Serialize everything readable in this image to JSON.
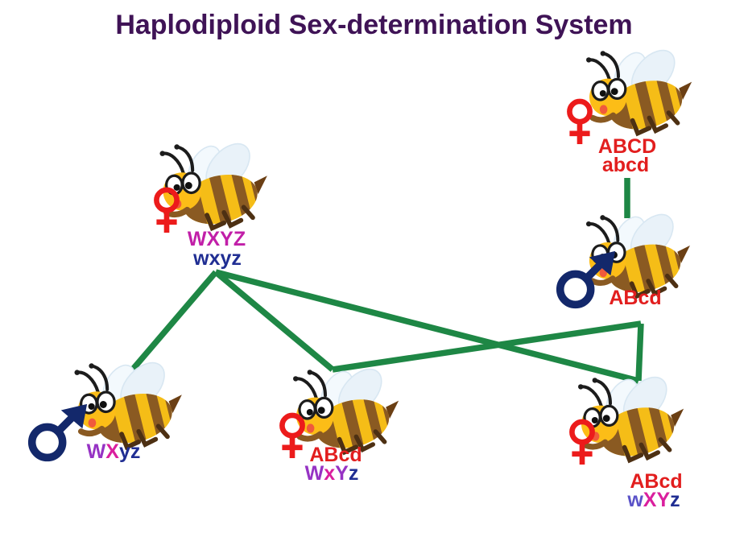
{
  "title": "Haplodiploid Sex-determination System",
  "colors": {
    "title": "#3F1356",
    "female": "#EC1B1B",
    "male": "#13286B",
    "line": "#1E8745",
    "red": "#E21E1E",
    "magenta": "#C11FA8",
    "navy": "#202E93",
    "purple": "#9633C4",
    "pink": "#DA1F9E",
    "violet": "#5A52C8"
  },
  "bees": [
    {
      "name": "grandmother",
      "sex": "female",
      "genotypes": [
        {
          "text": "ABCD",
          "colors": [
            "red",
            "red",
            "red",
            "red"
          ]
        },
        {
          "text": "abcd",
          "colors": [
            "red",
            "red",
            "red",
            "red"
          ]
        }
      ]
    },
    {
      "name": "mother",
      "sex": "female",
      "genotypes": [
        {
          "text": "WXYZ",
          "colors": [
            "magenta",
            "magenta",
            "magenta",
            "magenta"
          ]
        },
        {
          "text": "wxyz",
          "colors": [
            "navy",
            "navy",
            "navy",
            "navy"
          ]
        }
      ]
    },
    {
      "name": "father",
      "sex": "male",
      "genotypes": [
        {
          "text": "ABcd",
          "colors": [
            "red",
            "red",
            "red",
            "red"
          ]
        }
      ]
    },
    {
      "name": "son",
      "sex": "male",
      "genotypes": [
        {
          "text": "WXyz",
          "colors": [
            "purple",
            "pink",
            "navy",
            "navy"
          ]
        }
      ]
    },
    {
      "name": "daughter-1",
      "sex": "female",
      "genotypes": [
        {
          "text": "ABcd",
          "colors": [
            "red",
            "red",
            "red",
            "red"
          ]
        },
        {
          "text": "WxYz",
          "colors": [
            "purple",
            "pink",
            "purple",
            "navy"
          ]
        }
      ]
    },
    {
      "name": "daughter-2",
      "sex": "female",
      "genotypes": [
        {
          "text": "ABcd",
          "colors": [
            "red",
            "red",
            "red",
            "red"
          ]
        },
        {
          "text": "wXYz",
          "colors": [
            "violet",
            "pink",
            "pink",
            "navy"
          ]
        }
      ]
    }
  ],
  "connections": [
    {
      "from": "grandmother",
      "to": "father"
    },
    {
      "from": "mother",
      "to": "son"
    },
    {
      "from": "mother",
      "to": "daughter-1"
    },
    {
      "from": "father",
      "to": "daughter-1"
    },
    {
      "from": "mother",
      "to": "daughter-2"
    },
    {
      "from": "father",
      "to": "daughter-2"
    }
  ]
}
